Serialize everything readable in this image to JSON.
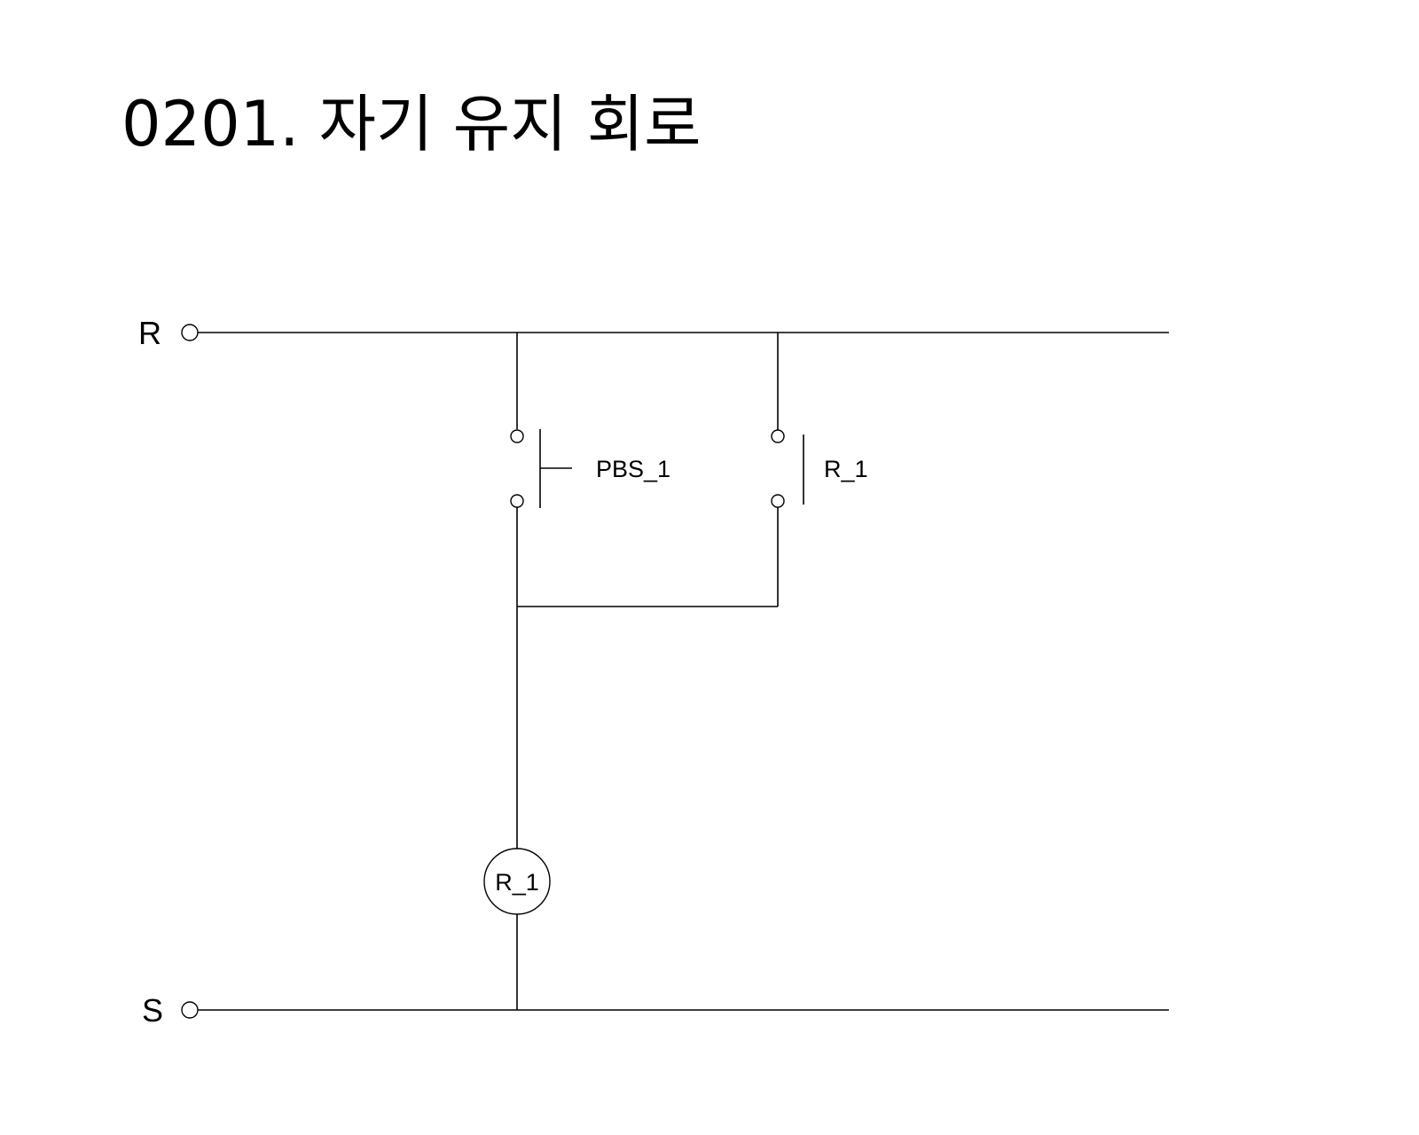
{
  "title": "0201. 자기 유지 회로",
  "rails": {
    "top_label": "R",
    "bottom_label": "S"
  },
  "components": {
    "push_button": {
      "label": "PBS_1"
    },
    "relay_contact": {
      "label": "R_1"
    },
    "relay_coil": {
      "label": "R_1"
    }
  }
}
